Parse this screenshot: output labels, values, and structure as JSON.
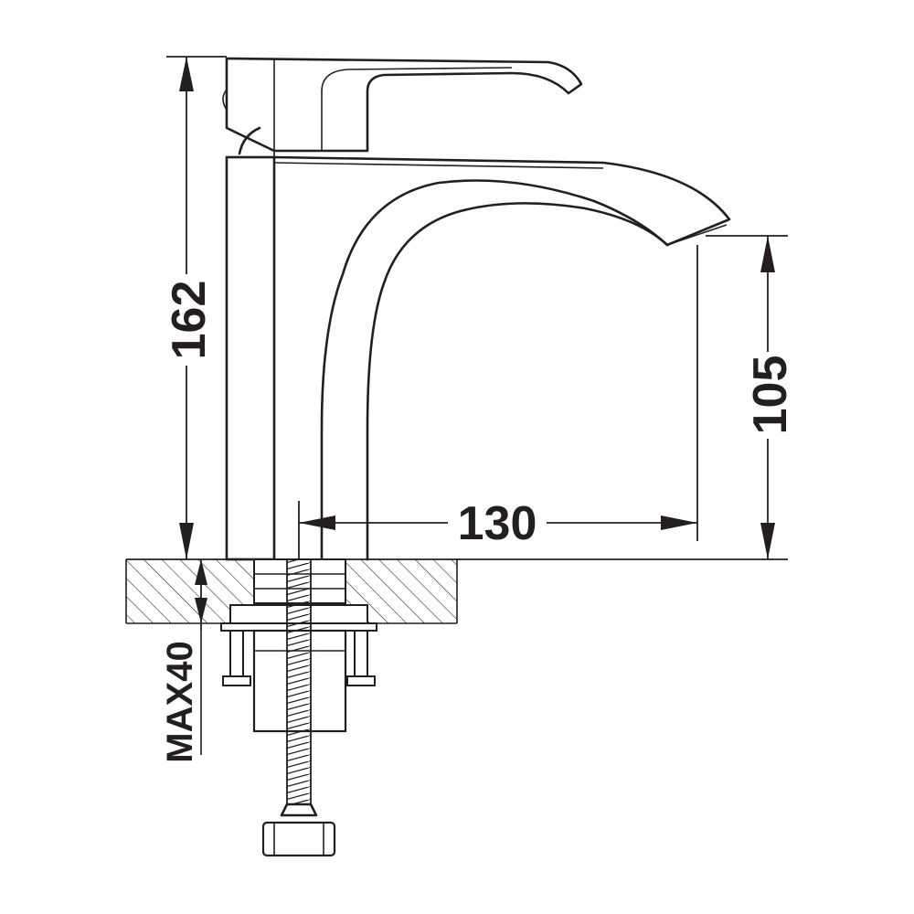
{
  "dimensions": {
    "height_total": "162",
    "spout_height": "105",
    "spout_reach": "130",
    "max_thickness": "MAX40"
  },
  "colors": {
    "line": "#231f20",
    "background": "#ffffff"
  }
}
